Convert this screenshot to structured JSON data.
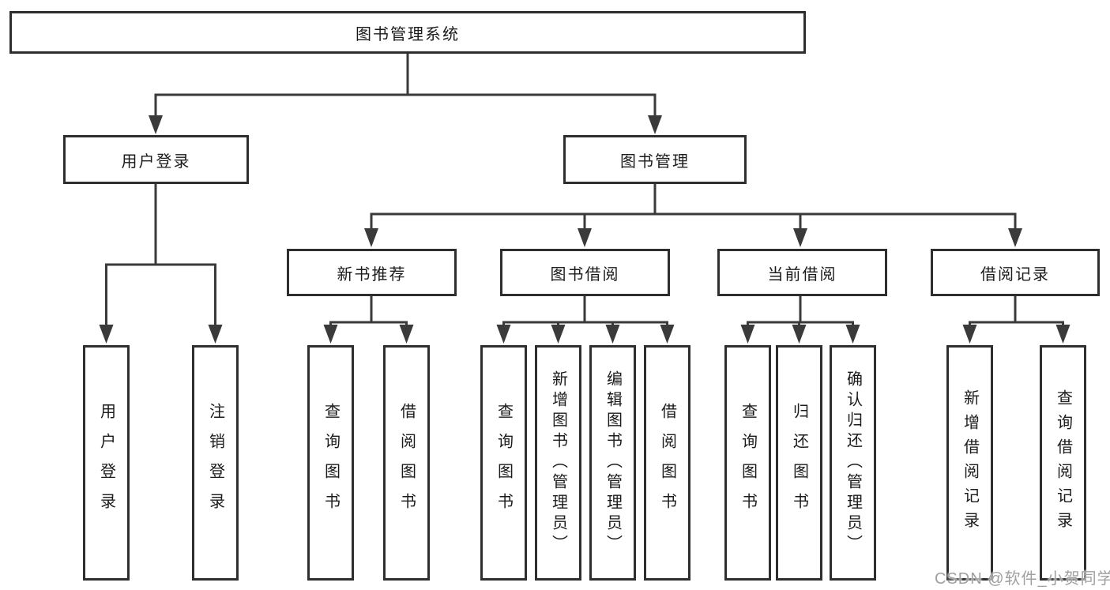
{
  "colors": {
    "line": "#3a3a3a",
    "box_border": "#2e2e2e",
    "text": "#1b1b1b",
    "watermark": "#a0a0a0",
    "background": "#ffffff"
  },
  "watermark": {
    "text": "CSDN @软件_小贺同学"
  },
  "tree": {
    "label": "图书管理系统",
    "children": [
      {
        "label": "用户登录",
        "children": [
          {
            "label": "用户登录"
          },
          {
            "label": "注销登录"
          }
        ]
      },
      {
        "label": "图书管理",
        "children": [
          {
            "label": "新书推荐",
            "children": [
              {
                "label": "查询图书"
              },
              {
                "label": "借阅图书"
              }
            ]
          },
          {
            "label": "图书借阅",
            "children": [
              {
                "label": "查询图书"
              },
              {
                "label": "新增图书（管理员）"
              },
              {
                "label": "编辑图书（管理员）"
              },
              {
                "label": "借阅图书"
              }
            ]
          },
          {
            "label": "当前借阅",
            "children": [
              {
                "label": "查询图书"
              },
              {
                "label": "归还图书"
              },
              {
                "label": "确认归还（管理员）"
              }
            ]
          },
          {
            "label": "借阅记录",
            "children": [
              {
                "label": "新增借阅记录"
              },
              {
                "label": "查询借阅记录"
              }
            ]
          }
        ]
      }
    ]
  }
}
